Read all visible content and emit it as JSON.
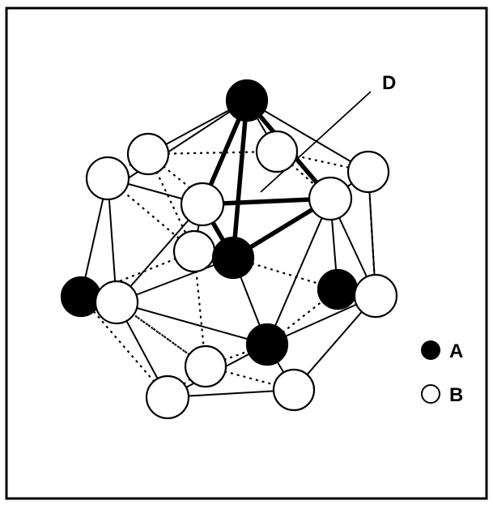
{
  "diagram": {
    "pointer_label": "D",
    "legend": [
      {
        "label": "A",
        "kind": "filled",
        "color": "#000000"
      },
      {
        "label": "B",
        "kind": "open",
        "color": "#ffffff"
      }
    ]
  }
}
